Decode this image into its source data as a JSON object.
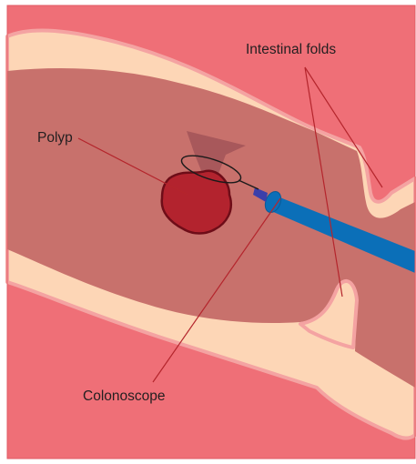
{
  "labels": {
    "polyp": "Polyp",
    "intestinal_folds": "Intestinal folds",
    "colonoscope": "Colonoscope"
  },
  "colors": {
    "background": "#ef6f77",
    "intestinal_wall": "#fdd6b6",
    "wall_edge": "#f4a3a2",
    "lumen": "#c8716c",
    "polyp": "#b3232e",
    "polyp_outline": "#6e0d18",
    "snare_base": "#a8585b",
    "colonoscope": "#0b6fb8",
    "leader_line": "#b4252c"
  }
}
